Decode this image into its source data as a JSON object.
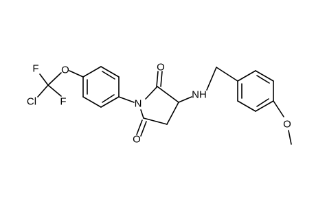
{
  "atoms": {
    "cl": "Cl",
    "f1": "F",
    "f2": "F",
    "o_ether": "O",
    "n_imide": "N",
    "o_upper": "O",
    "o_lower": "O",
    "nh": "NH",
    "o_methoxy": "O"
  },
  "colors": {
    "bond": "#000000",
    "label": "#000000",
    "background": "#ffffff"
  }
}
